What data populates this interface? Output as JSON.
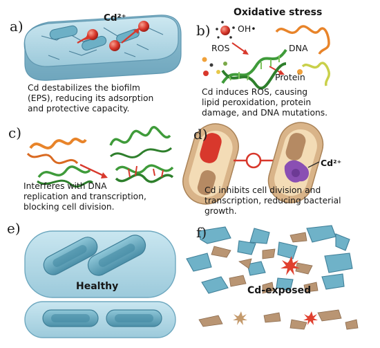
{
  "panels": {
    "a": {
      "label": "a)",
      "ion": "Cd²⁺",
      "caption": [
        "Cd destabilizes the biofilm",
        "(EPS), reducing its adsorption",
        "and protective capacity."
      ]
    },
    "b": {
      "label": "b)",
      "title": "Oxidative stress",
      "radical": "OH•",
      "ros": "ROS",
      "dna": "DNA",
      "protein": "Protein",
      "caption": [
        "Cd induces ROS, causing",
        "lipid peroxidation, protein",
        "damage, and DNA mutations."
      ]
    },
    "c": {
      "label": "c)",
      "caption": [
        "Interferes with DNA",
        "replication and transcription,",
        "blocking cell division."
      ]
    },
    "d": {
      "label": "d)",
      "ion": "Cd²⁺",
      "caption": [
        "Cd inhibits cell division and",
        "transcription, reducing bacterial",
        "growth."
      ]
    },
    "e": {
      "label": "e)",
      "state": "Healthy"
    },
    "f": {
      "label": "f)",
      "state": "Cd-exposed"
    }
  },
  "colors": {
    "biofilm": "#a9d3e3",
    "biofilm_edge": "#5f97b0",
    "cadmium": "#d8382c",
    "dna_green": "#3f9b3a",
    "dna_orange": "#e8842a",
    "cell_wall": "#d9b489",
    "cell_inner": "#f3dcb6",
    "bacterium": "#5ea6bd",
    "debris": "#b99573"
  }
}
